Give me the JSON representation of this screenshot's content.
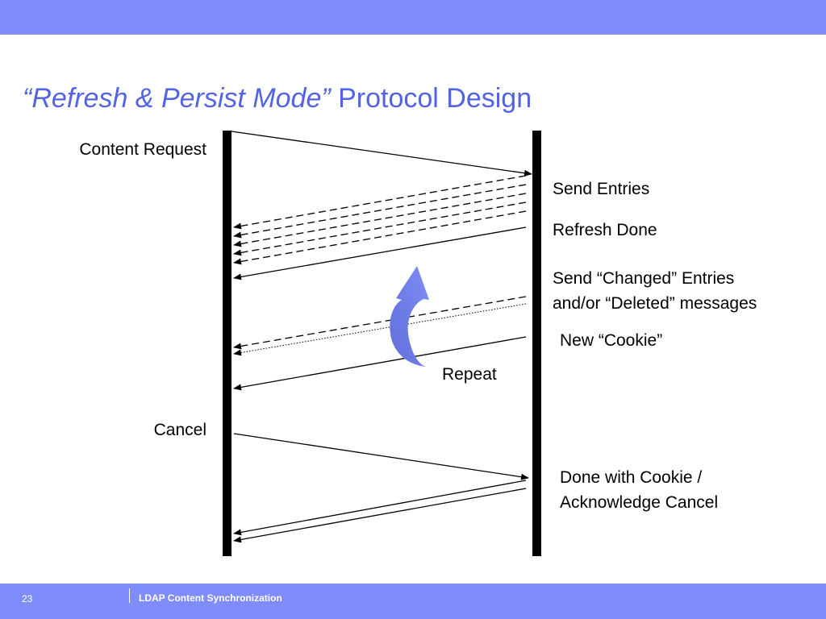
{
  "slide": {
    "title_quoted": "“Refresh & Persist Mode”",
    "title_rest": " Protocol Design",
    "page_number": "23",
    "footer_title": "LDAP Content Synchronization"
  },
  "labels": {
    "content_request": "Content Request",
    "cancel": "Cancel",
    "send_entries": "Send Entries",
    "refresh_done": "Refresh Done",
    "send_changed_line1": "Send “Changed” Entries",
    "send_changed_line2": "and/or “Deleted” messages",
    "new_cookie": "New “Cookie”",
    "repeat": "Repeat",
    "done_cookie_line1": "Done with Cookie /",
    "done_cookie_line2": "Acknowledge Cancel"
  },
  "colors": {
    "band": "#7f8cfb",
    "title": "#5263e6",
    "arrow_icon": "#6273f0",
    "line": "#000000"
  },
  "icons": {
    "repeat": "curved-arrow-icon"
  }
}
